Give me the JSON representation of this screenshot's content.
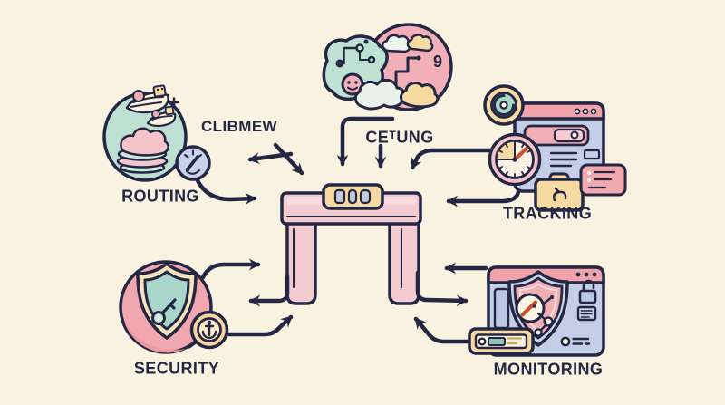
{
  "diagram": {
    "background_color": "#FAF2E0",
    "outline_color": "#232744",
    "nodes": {
      "clibmew": {
        "label": "CLIBMEW",
        "icon": "paper-boats-icon"
      },
      "routing": {
        "label": "ROUTING",
        "icon": "clouds-gauge-icon"
      },
      "cetung": {
        "label": "CEᵀUNG",
        "icon": "cloud-circuit-cluster-icon"
      },
      "tracking": {
        "label": "TRACKING",
        "icon": "browser-clock-briefcase-icon"
      },
      "security": {
        "label": "SECURITY",
        "icon": "shield-key-badge-icon"
      },
      "monitoring": {
        "label": "MONITORING",
        "icon": "browser-shield-server-icon"
      }
    },
    "center": {
      "name": "gateway-arch",
      "panel_slots": 3
    },
    "decor_glyph": "9",
    "connections": [
      "gateway <-> routing (double arrows)",
      "routing-gauge -> gateway (curved arrow)",
      "cloud-cluster -> gateway (elbow down arrow)",
      "cetung-label -> gateway (down arrow)",
      "tracking -> gateway (elbow down-left arrow)",
      "tracking -> gateway (left arrow)",
      "security -> gateway (right arrow)",
      "gateway -> security (left arrow)",
      "security-badge -> gateway (bent up-right arrow)",
      "monitoring -> gateway (left arrow)",
      "gateway -> monitoring (bent right arrow)",
      "monitoring-server -> gateway (bent up-left arrow)"
    ],
    "palette": {
      "pink": "#F2AEB5",
      "pink_light": "#F5CBD2",
      "teal": "#BEE0D2",
      "lavender": "#C5CEE6",
      "yellow": "#F7D9A2",
      "cream": "#FBF2DE",
      "needle_red": "#C8502F"
    }
  }
}
